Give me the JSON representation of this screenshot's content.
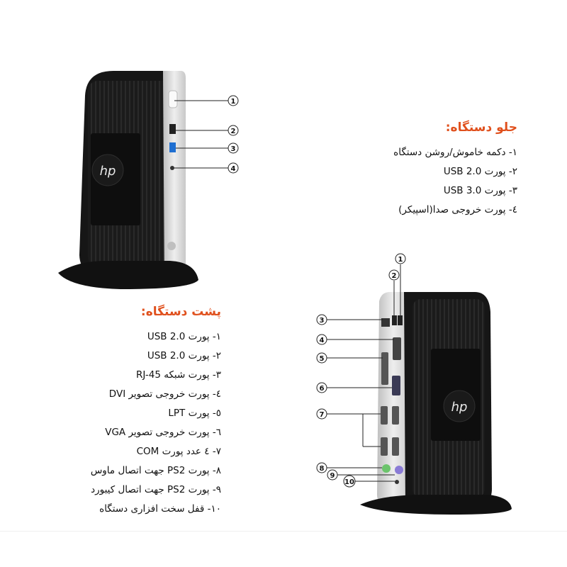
{
  "front": {
    "heading": "جلو دستگاه:",
    "items": [
      "١- دکمه خاموش/روشن دستگاه",
      "٢-  پورت USB 2.0",
      "٣- پورت USB 3.0",
      "٤-  پورت خروجی صدا(اسپیکر)"
    ],
    "callouts": [
      "1",
      "2",
      "3",
      "4"
    ]
  },
  "back": {
    "heading": "پشت دستگاه:",
    "items": [
      "١- پورت USB 2.0",
      "٢- پورت USB 2.0",
      "٣- پورت شبکه RJ-45",
      "٤- پورت خروجی تصویر DVI",
      "٥- پورت LPT",
      "٦- پورت خروجی تصویر VGA",
      "٧- ٤ عدد پورت COM",
      "٨- پورت PS2 جهت اتصال ماوس",
      "٩- پورت PS2 جهت اتصال کیبورد",
      "١٠- قفل سخت افزاری دستگاه"
    ],
    "callouts": [
      "1",
      "2",
      "3",
      "4",
      "5",
      "6",
      "7",
      "8",
      "9",
      "10"
    ]
  },
  "colors": {
    "heading": "#e0501d",
    "body": "#1a1a1a",
    "silver": "#d8d8d8"
  },
  "icons": [
    "hp-logo-icon"
  ]
}
